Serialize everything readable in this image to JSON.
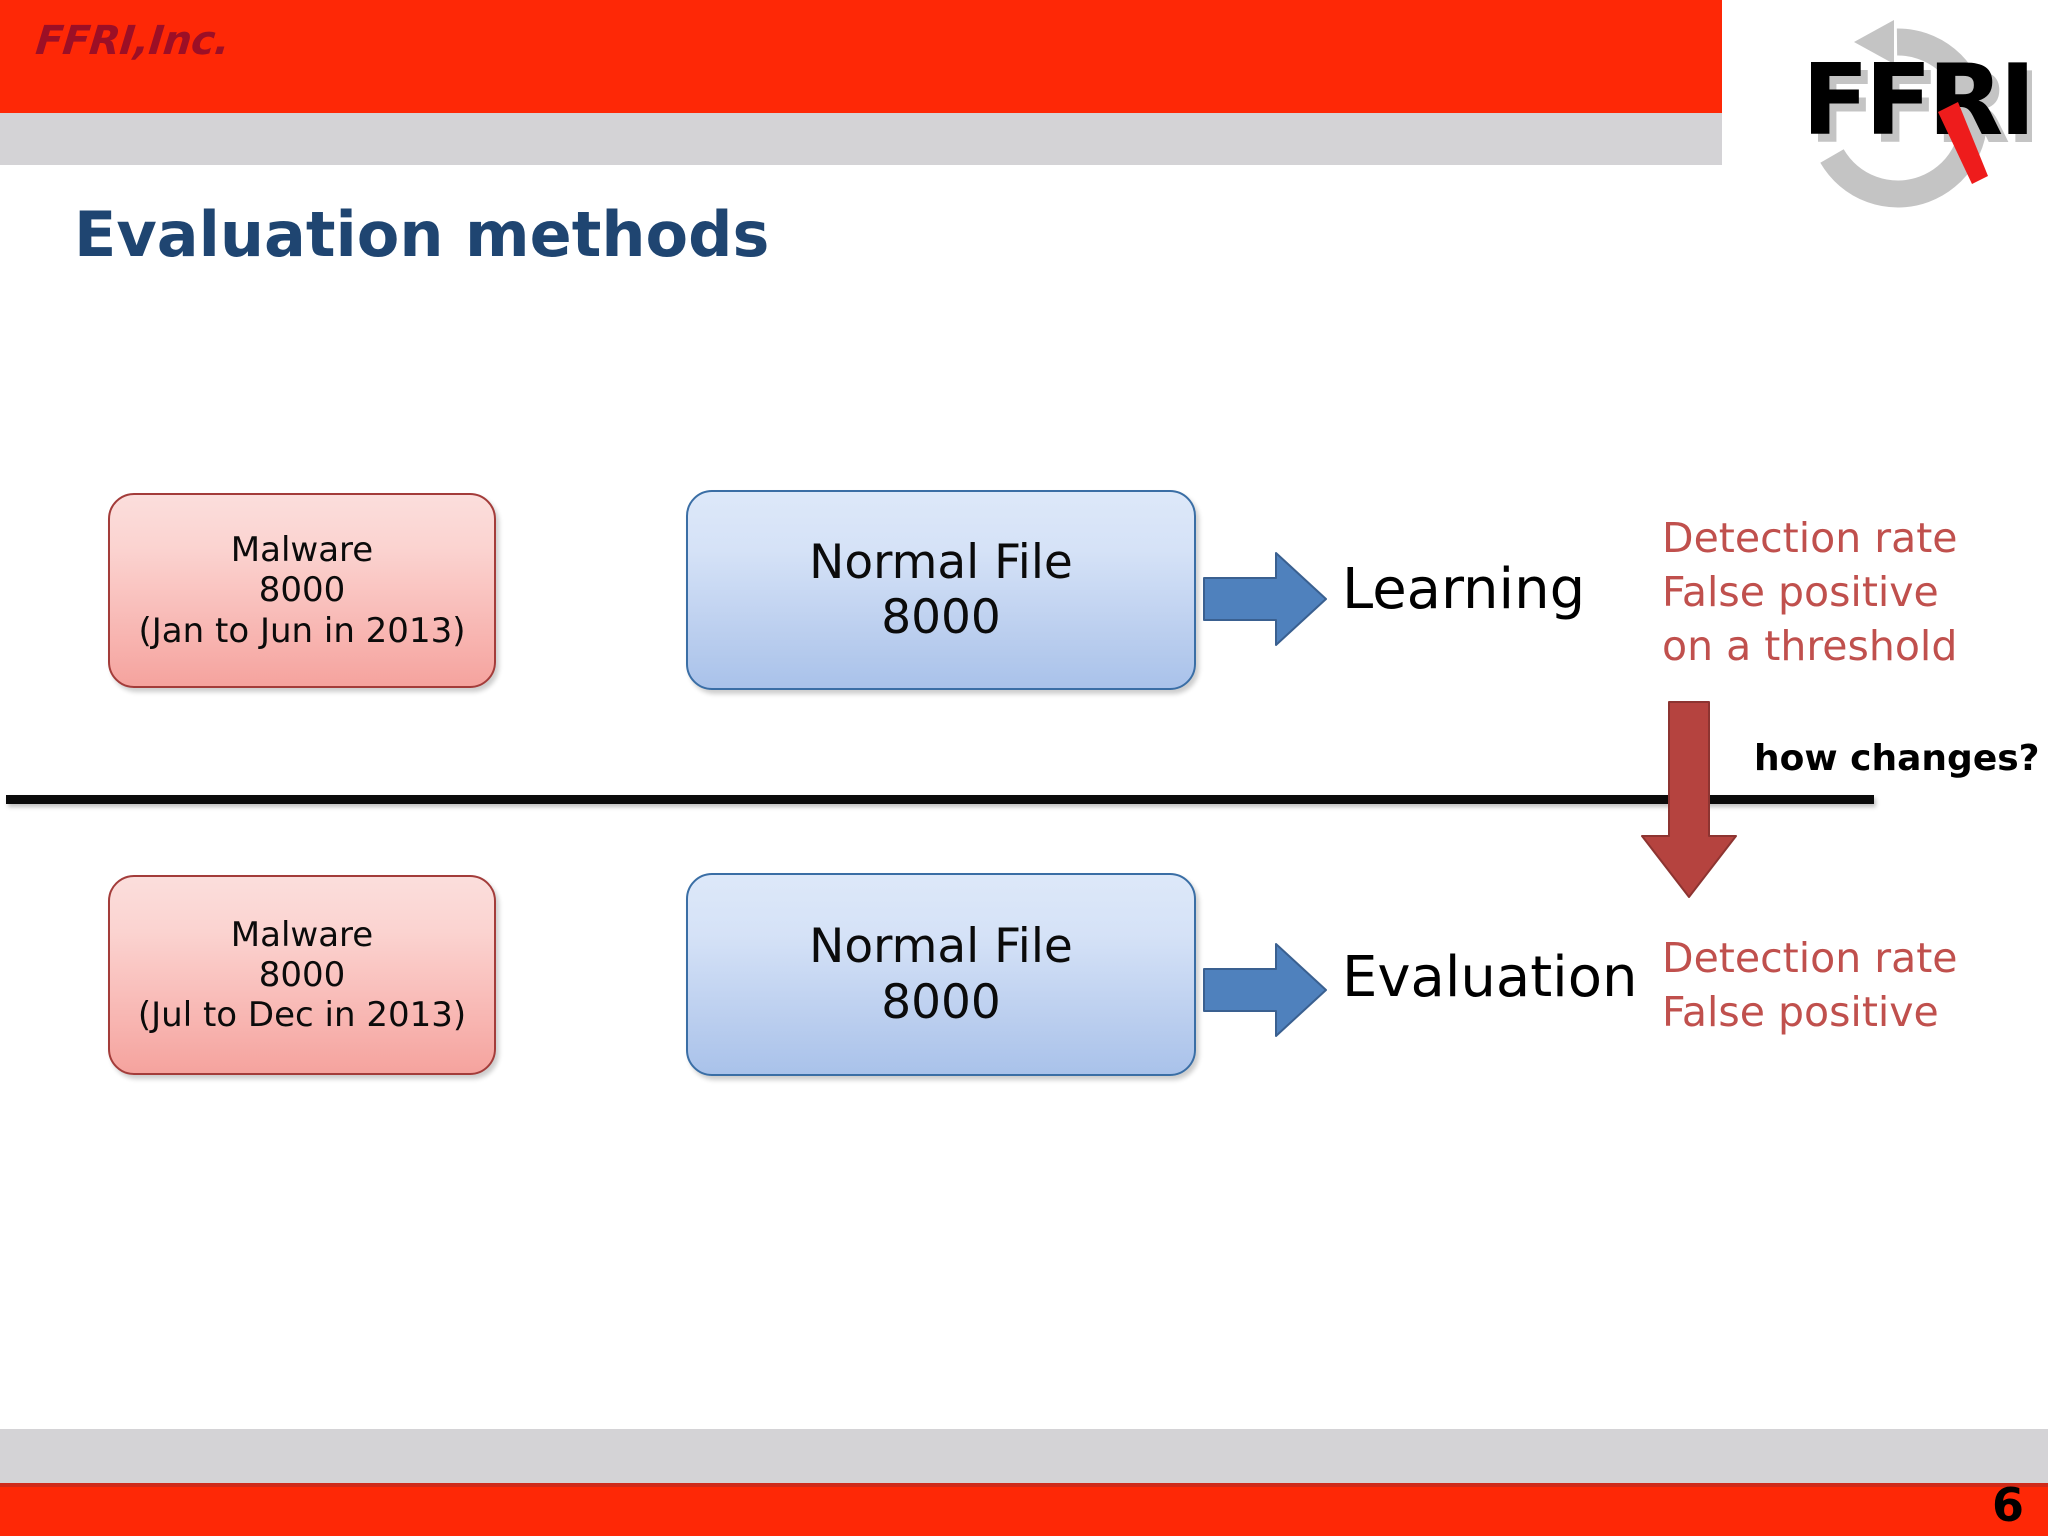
{
  "header": {
    "brand": "FFRI,Inc.",
    "band_color": "#fe2806",
    "subband_color": "#d4d3d6",
    "brand_text_color": "#9c0f26"
  },
  "logo": {
    "wordmark": "FFRI",
    "icon_name": "ffri-circular-arrow-logo",
    "ring_color": "#c4c4c4",
    "slash_color": "#ee1c1c",
    "text_color": "#000000"
  },
  "title": {
    "text": "Evaluation methods",
    "color": "#1f4571"
  },
  "diagram": {
    "rows": [
      {
        "id": "learning-row",
        "malware_box": {
          "line1": "Malware",
          "line2": "8000",
          "line3": "(Jan to Jun in 2013)",
          "fill_top": "#fbdedc",
          "fill_bottom": "#f5a39e",
          "border": "#a33c3a"
        },
        "normal_box": {
          "line1": "Normal File",
          "line2": "8000",
          "fill_top": "#dde8f9",
          "fill_bottom": "#a9c2ea",
          "border": "#3a6ea5"
        },
        "arrow_name": "right-arrow-icon",
        "process_label": "Learning",
        "metrics": [
          "Detection rate",
          "False positive",
          "on a threshold"
        ],
        "metrics_color": "#c0504d"
      },
      {
        "id": "evaluation-row",
        "malware_box": {
          "line1": "Malware",
          "line2": "8000",
          "line3": "(Jul to Dec in 2013)",
          "fill_top": "#fbdedc",
          "fill_bottom": "#f5a39e",
          "border": "#a33c3a"
        },
        "normal_box": {
          "line1": "Normal File",
          "line2": "8000",
          "fill_top": "#dde8f9",
          "fill_bottom": "#a9c2ea",
          "border": "#3a6ea5"
        },
        "arrow_name": "right-arrow-icon",
        "process_label": "Evaluation",
        "metrics": [
          "Detection rate",
          "False positive"
        ],
        "metrics_color": "#c0504d"
      }
    ],
    "transition": {
      "label": "how changes?",
      "down_arrow_color": "#b5433f",
      "divider_color": "#0a0a0a"
    }
  },
  "footer": {
    "page_number": "6",
    "band_color": "#fe2806",
    "subband_color": "#d4d3d6"
  }
}
